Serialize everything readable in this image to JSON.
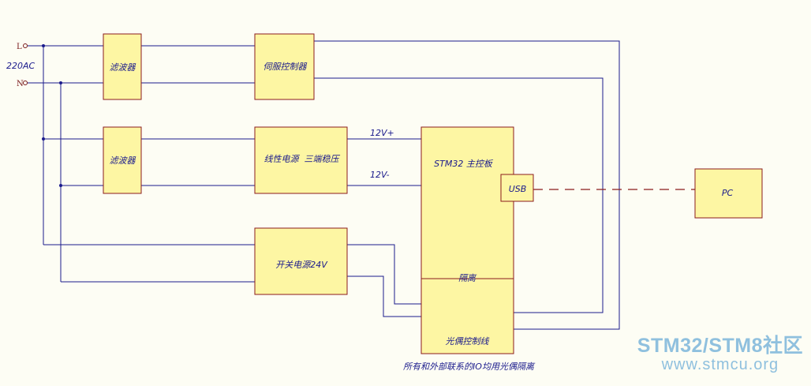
{
  "inputs": {
    "live": "L",
    "neutral": "N",
    "voltage": "220AC"
  },
  "blocks": {
    "filter1": "滤波器",
    "filter2": "滤波器",
    "servo": "伺服控制器",
    "linear_psu": "线性电源  三端稳压",
    "switch_psu": "开关电源24V",
    "stm32": "STM32 主控板",
    "usb": "USB",
    "isolation": "隔离",
    "optocoupler": "光偶控制线",
    "pc": "PC"
  },
  "wires": {
    "v_plus": "12V+",
    "v_minus": "12V-"
  },
  "note": "所有和外部联系的IO均用光偶隔离",
  "watermark": {
    "title": "STM32/STM8社区",
    "url": "www.stmcu.org"
  },
  "colors": {
    "block_fill": "#fdf6a3",
    "block_border": "#8b1c1c",
    "wire": "#1a1a8c",
    "label": "#1a1a8c"
  }
}
